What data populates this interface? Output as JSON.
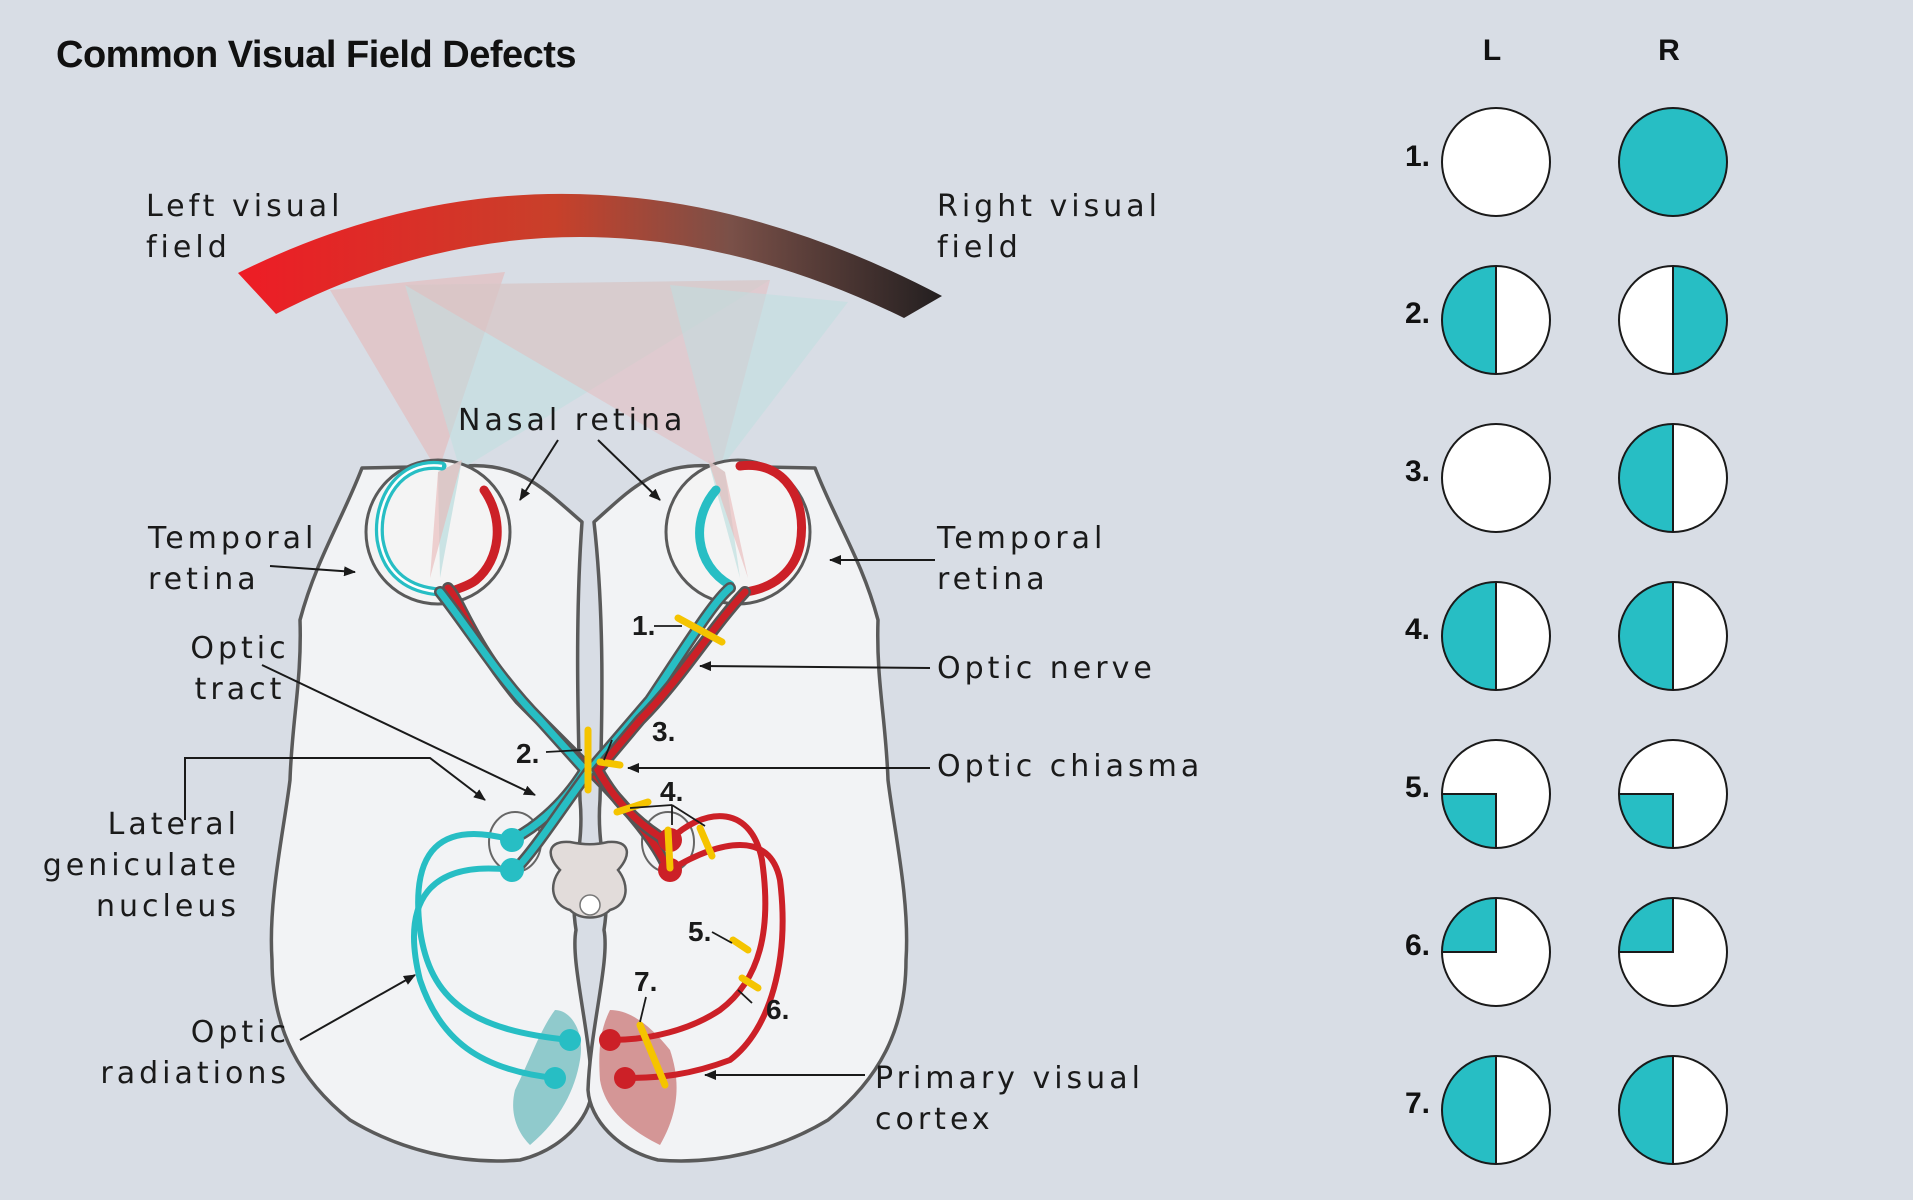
{
  "title": "Common Visual Field Defects",
  "colors": {
    "teal": "#27bec4",
    "red": "#cc2027",
    "lesion": "#f5c400",
    "brain": "#f2f3f5",
    "background": "#d8dde5"
  },
  "labels": {
    "left_visual_field": "Left visual\nfield",
    "right_visual_field": "Right visual\nfield",
    "nasal_retina": "Nasal retina",
    "temporal_retina_left": "Temporal\nretina",
    "temporal_retina_right": "Temporal\nretina",
    "optic_tract": "Optic\ntract",
    "optic_nerve": "Optic nerve",
    "optic_chiasma": "Optic chiasma",
    "lateral_geniculate_nucleus": "Lateral\ngeniculate\nnucleus",
    "optic_radiations": "Optic\nradiations",
    "primary_visual_cortex": "Primary visual\ncortex"
  },
  "lesion_markers": [
    "1.",
    "2.",
    "3.",
    "4.",
    "5.",
    "6.",
    "7."
  ],
  "defects_table": {
    "columns": [
      "L",
      "R"
    ],
    "rows": [
      {
        "label": "1.",
        "left": "none",
        "right": "full"
      },
      {
        "label": "2.",
        "left": "left-half",
        "right": "right-half"
      },
      {
        "label": "3.",
        "left": "none",
        "right": "left-half"
      },
      {
        "label": "4.",
        "left": "left-half",
        "right": "left-half"
      },
      {
        "label": "5.",
        "left": "lower-left-quarter",
        "right": "lower-left-quarter"
      },
      {
        "label": "6.",
        "left": "upper-left-quarter",
        "right": "upper-left-quarter"
      },
      {
        "label": "7.",
        "left": "left-half",
        "right": "left-half"
      }
    ]
  }
}
